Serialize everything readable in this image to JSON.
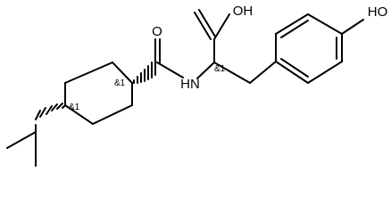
{
  "molecule": {
    "atoms": {
      "carbonyl_oxygen": "O",
      "acid_oh": "OH",
      "amide_nh": "HN",
      "phenol_oh": "HO"
    },
    "stereo_labels": {
      "ring_upper": "&1",
      "ring_lower": "&1",
      "alpha_carbon": "&1"
    }
  }
}
